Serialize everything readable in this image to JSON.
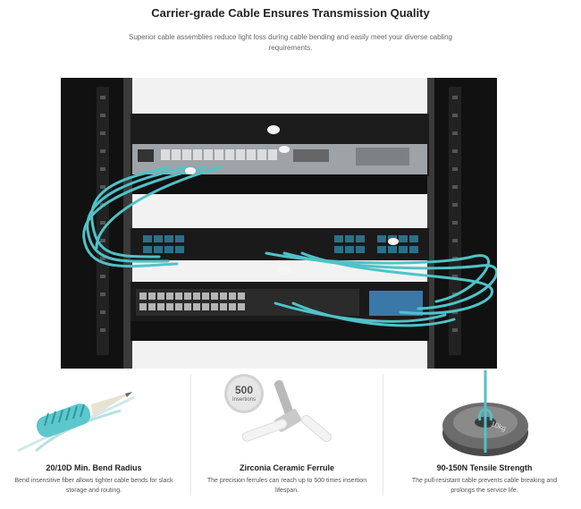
{
  "header": {
    "title": "Carrier-grade Cable Ensures Transmission Quality",
    "subtitle": "Superior cable assemblies reduce light loss during cable bending and easily meet your diverse cabling requirements."
  },
  "colors": {
    "cable": "#4fc3c8",
    "rack": "#1d1d1d",
    "text": "#333333",
    "muted": "#666666"
  },
  "features": [
    {
      "title": "20/10D Min. Bend Radius",
      "description": "Bend insensitive fiber allows tighter cable bends for slack storage and routing.",
      "icon": "bent-cable-icon"
    },
    {
      "title": "Zirconia Ceramic Ferrule",
      "description": "The precision ferrules can reach up to 500 times insertion lifespan.",
      "badge_value": "500",
      "badge_label": "Insertions",
      "icon": "ferrule-icon"
    },
    {
      "title": "90-150N Tensile Strength",
      "description": "The pull-resistant cable prevents cable breaking and prolongs the service life.",
      "weight_label": "10kg",
      "icon": "weight-icon"
    }
  ]
}
